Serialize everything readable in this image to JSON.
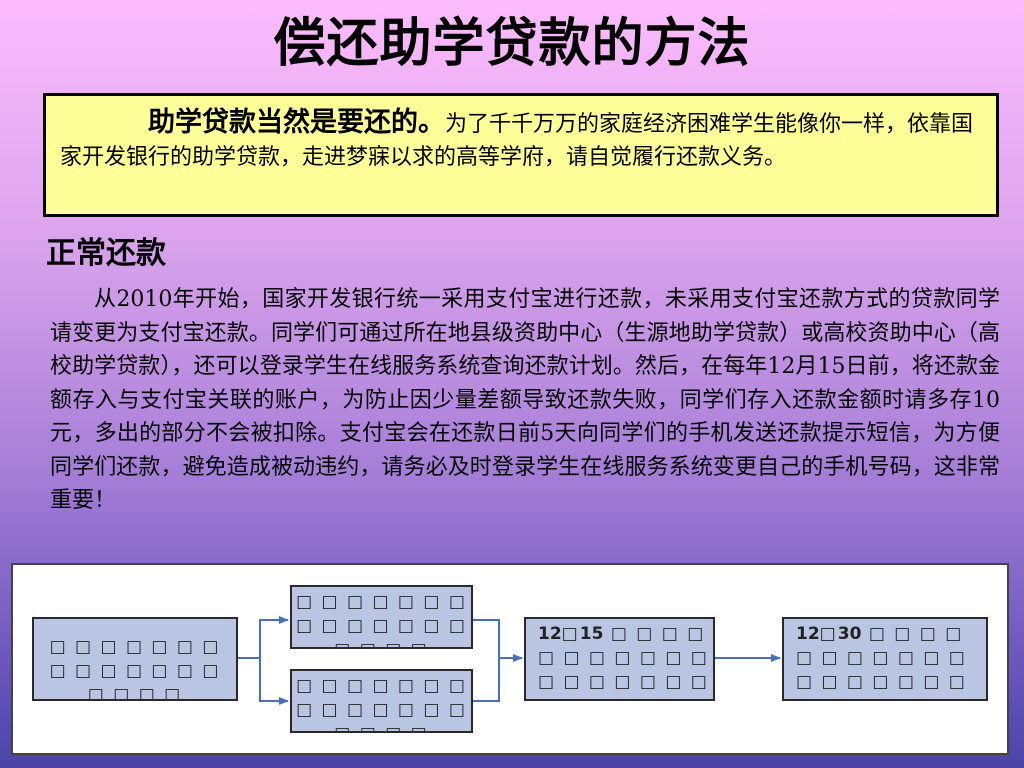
{
  "title": "偿还助学贷款的方法",
  "intro": {
    "lead": "助学贷款当然是要还的。",
    "text": "为了千千万万的家庭经济困难学生能像你一样，依靠国家开发银行的助学贷款，走进梦寐以求的高等学府，请自觉履行还款义务。"
  },
  "section": {
    "heading": "正常还款",
    "paragraph": "从2010年开始，国家开发银行统一采用支付宝进行还款，未采用支付宝还款方式的贷款同学请变更为支付宝还款。同学们可通过所在地县级资助中心（生源地助学贷款）或高校资助中心（高校助学贷款），还可以登录学生在线服务系统查询还款计划。然后，在每年12月15日前，将还款金额存入与支付宝关联的账户，为防止因少量差额导致还款失败，同学们存入还款金额时请多存10元，多出的部分不会被扣除。支付宝会在还款日前5天向同学们的手机发送还款提示短信，为方便同学们还款，避免造成被动违约，请务必及时登录学生在线服务系统变更自己的手机号码，这非常重要！"
  },
  "flow": {
    "node_start": "□ □ □ □ □ □ □ □ □ □ □ □ □ □ □ □ □ □",
    "node_upper": "□ □ □ □ □ □ □ □ □ □ □ □ □ □ □ □ □ □",
    "node_lower": "□ □ □ □ □ □ □ □ □ □ □ □ □ □ □ □ □ □",
    "node_dec15_num1": "12",
    "node_dec15_num2": "15",
    "node_dec15_text": "□ □ □ □ □ □ □ □ □ □ □ □ □ □ □ □ □ □ □ □ □ □",
    "node_dec30_num1": "12",
    "node_dec30_num2": "30",
    "node_dec30_text": "□ □ □ □ □ □ □ □ □ □ □ □ □ □ □ □ □ □ □ □",
    "box_glyph": "□",
    "connector_color": "#4a6fb5",
    "node_fill": "#b9c5e3"
  }
}
